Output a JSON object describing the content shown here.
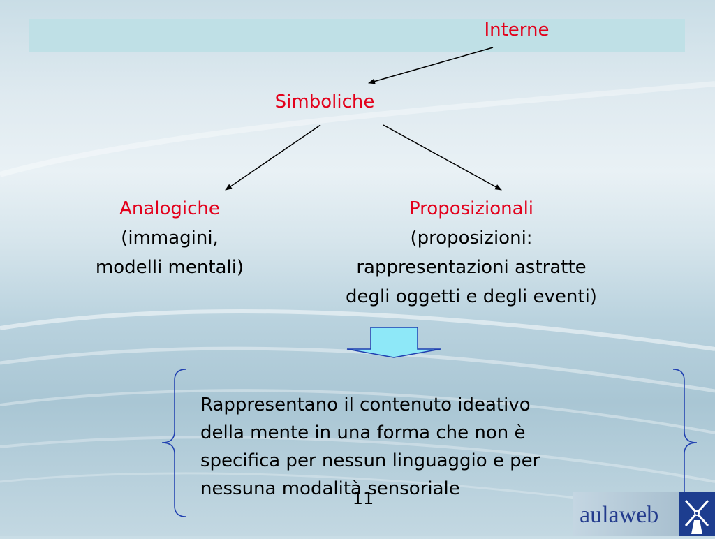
{
  "diagram": {
    "top": "Interne",
    "middle": "Simboliche",
    "left": {
      "title": "Analogiche",
      "lines": [
        "(immagini,",
        "modelli mentali)"
      ]
    },
    "right": {
      "title": "Proposizionali",
      "lines": [
        "(proposizioni:",
        "rappresentazioni astratte",
        "degli oggetti e degli eventi)"
      ]
    },
    "summary": [
      "Rappresentano il contenuto ideativo",
      "della mente in una forma che non è",
      "specifica per nessun linguaggio e per",
      "nessuna modalità sensoriale"
    ]
  },
  "footer": {
    "slide_number": "11",
    "logo_text": "aulaweb"
  },
  "colors": {
    "accent_red": "#e3001b",
    "top_band": "#bfe0e6",
    "arrow_fill": "#8ee8f8",
    "brace_line": "#1f3fb0",
    "logo_blue": "#233b8d"
  }
}
